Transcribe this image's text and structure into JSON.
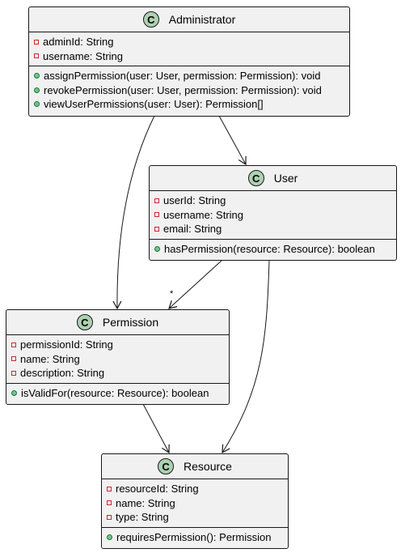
{
  "classes": {
    "administrator": {
      "badge": "C",
      "name": "Administrator",
      "attributes": [
        "adminId: String",
        "username: String"
      ],
      "methods": [
        "assignPermission(user: User, permission: Permission): void",
        "revokePermission(user: User, permission: Permission): void",
        "viewUserPermissions(user: User): Permission[]"
      ]
    },
    "user": {
      "badge": "C",
      "name": "User",
      "attributes": [
        "userId: String",
        "username: String",
        "email: String"
      ],
      "methods": [
        "hasPermission(resource: Resource): boolean"
      ]
    },
    "permission": {
      "badge": "C",
      "name": "Permission",
      "attributes": [
        "permissionId: String",
        "name: String",
        "description: String"
      ],
      "methods": [
        "isValidFor(resource: Resource): boolean"
      ]
    },
    "resource": {
      "badge": "C",
      "name": "Resource",
      "attributes": [
        "resourceId: String",
        "name: String",
        "type: String"
      ],
      "methods": [
        "requiresPermission(): Permission"
      ]
    }
  },
  "associations": [
    {
      "from": "Administrator",
      "to": "User",
      "multiplicity": ""
    },
    {
      "from": "Administrator",
      "to": "Permission",
      "multiplicity": ""
    },
    {
      "from": "User",
      "to": "Permission",
      "multiplicity": "*"
    },
    {
      "from": "User",
      "to": "Resource",
      "multiplicity": ""
    },
    {
      "from": "Permission",
      "to": "Resource",
      "multiplicity": ""
    }
  ],
  "colors": {
    "class_fill": "#f1f1f1",
    "border": "#181818",
    "class_badge": "#add1b2",
    "private_marker": "#c82930",
    "public_marker": "#84be84"
  }
}
